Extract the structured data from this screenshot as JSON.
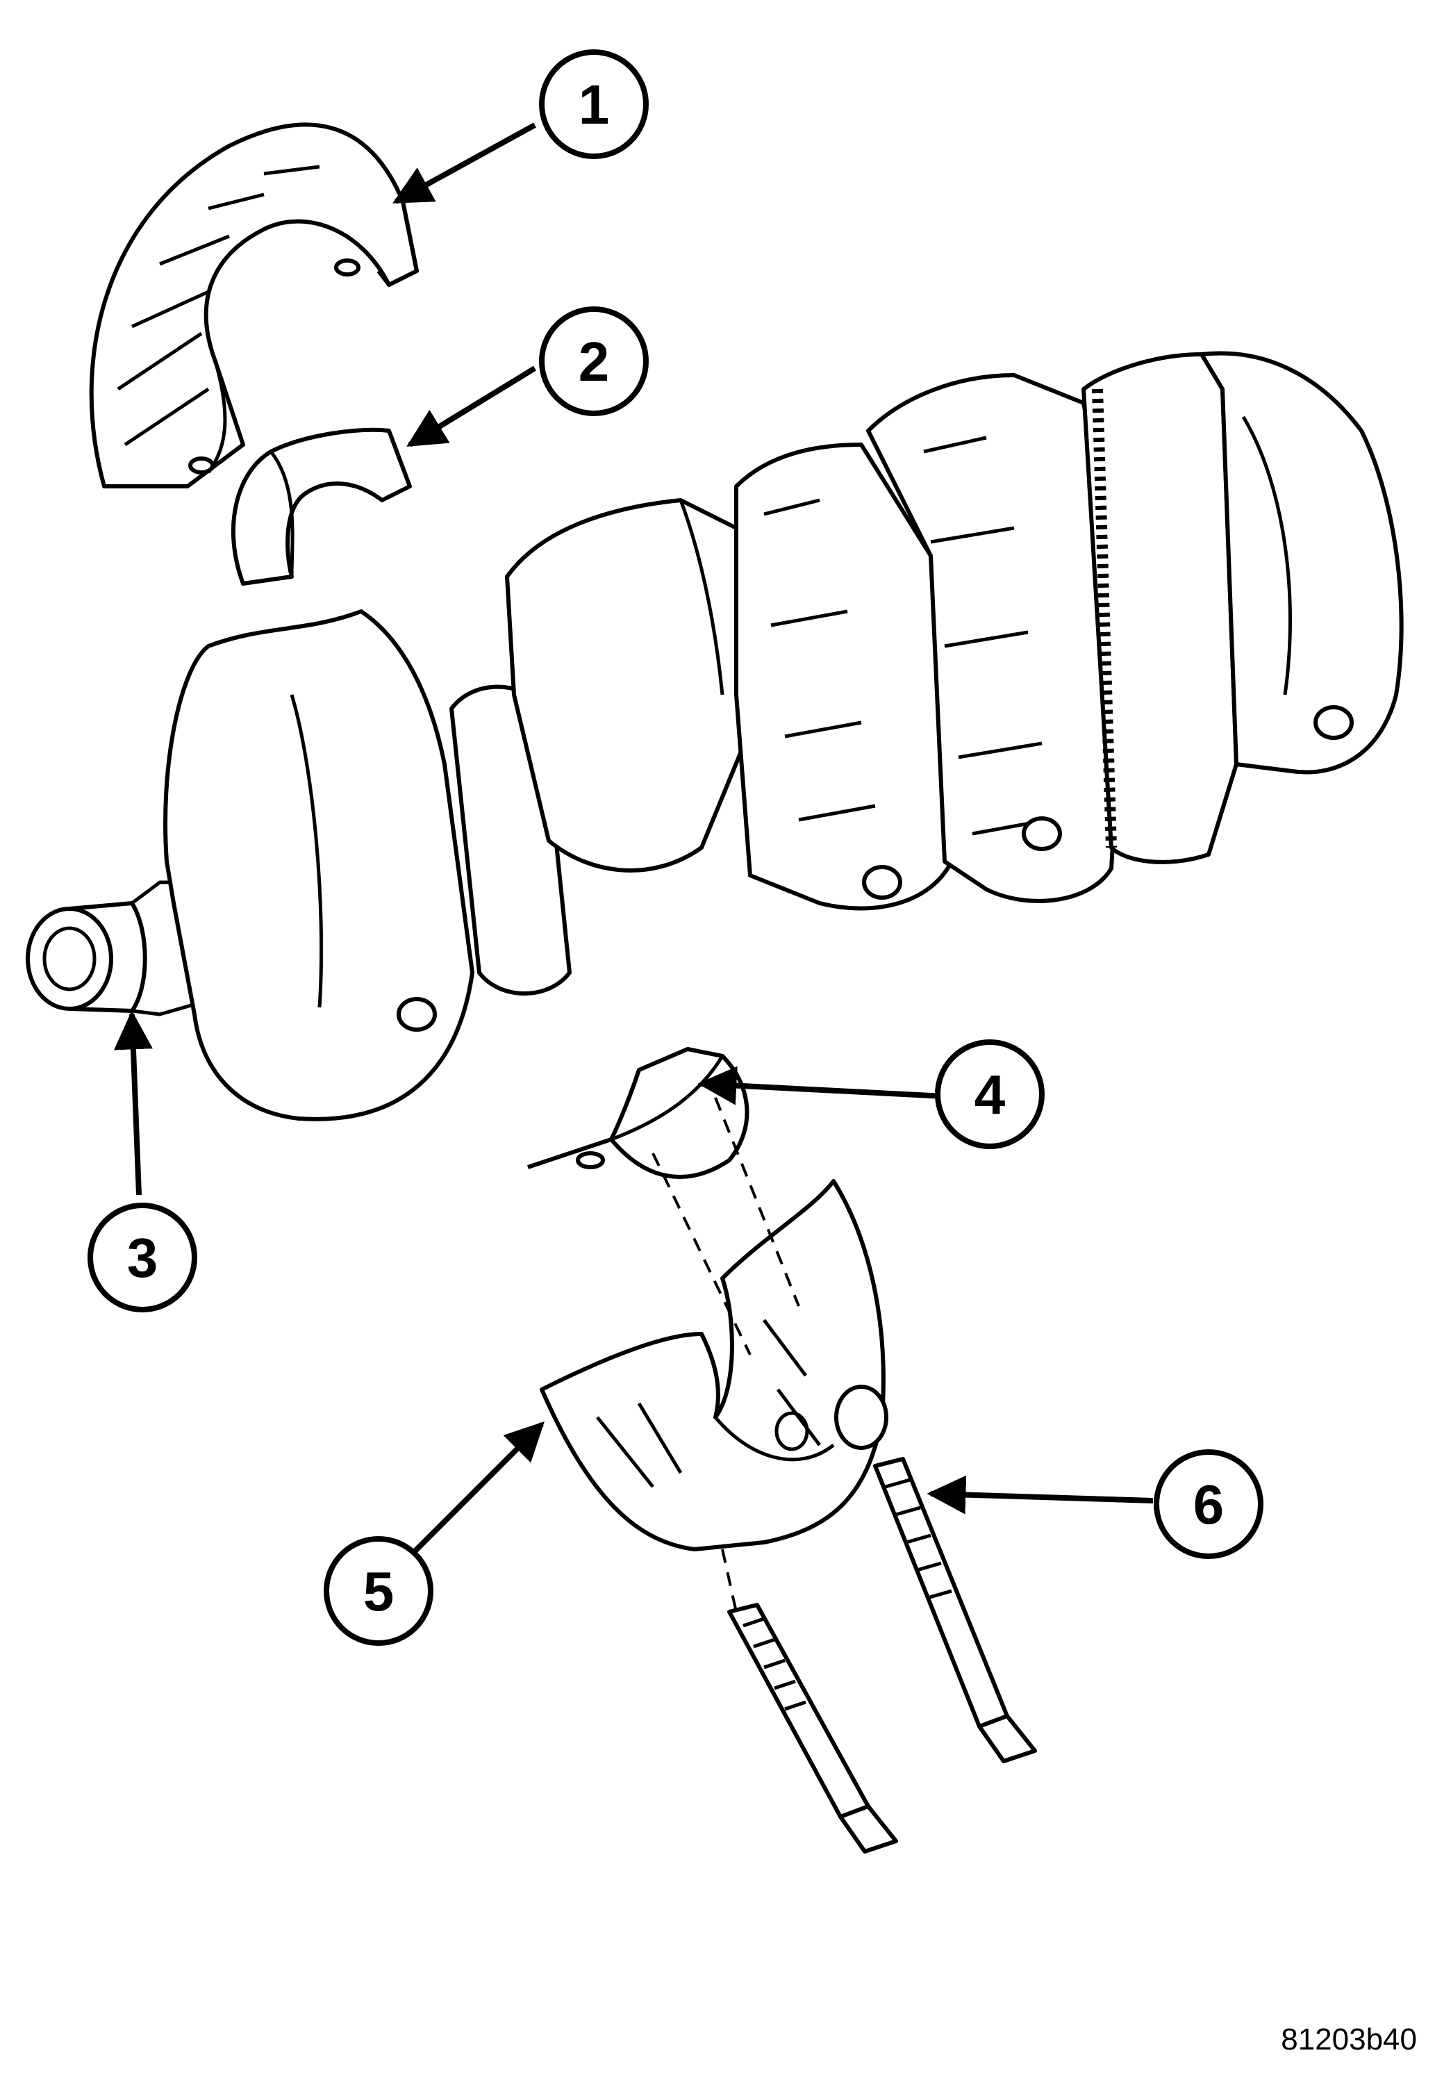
{
  "diagram": {
    "callouts": [
      {
        "id": "1",
        "label": "1"
      },
      {
        "id": "2",
        "label": "2"
      },
      {
        "id": "3",
        "label": "3"
      },
      {
        "id": "4",
        "label": "4"
      },
      {
        "id": "5",
        "label": "5"
      },
      {
        "id": "6",
        "label": "6"
      }
    ],
    "figure_id": "81203b40"
  },
  "colors": {
    "ink": "#000000",
    "paper": "#ffffff"
  }
}
